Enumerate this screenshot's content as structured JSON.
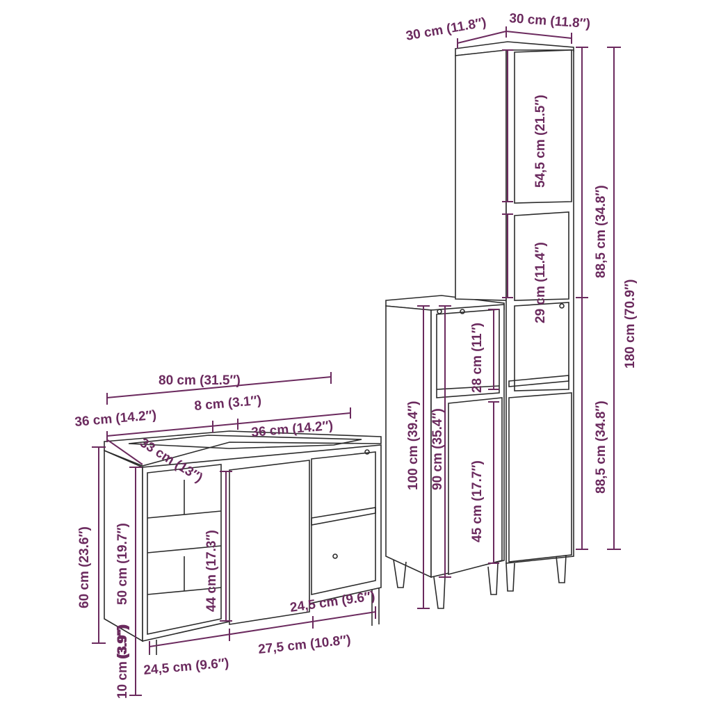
{
  "colors": {
    "dimension": "#6b2a5e",
    "outline": "#2b2b2b",
    "background": "#ffffff"
  },
  "labels": {
    "sink_width": "80 cm (31.5″)",
    "sink_depth_a": "36 cm (14.2″)",
    "sink_gap": "8 cm (3.1″)",
    "sink_depth_b": "36 cm (14.2″)",
    "sink_inner_depth": "33 cm (13″)",
    "sink_height_total": "60 cm (23.6″)",
    "sink_height_body": "50 cm (19.7″)",
    "sink_leg_height": "10 cm (3.9″)",
    "sink_leg_short": "(3.9″)",
    "sink_door_height": "44 cm (17.3″)",
    "sink_right_bottom": "24,5 cm (9.6″)",
    "sink_left_width": "24,5 cm (9.6″)",
    "sink_door_width": "27,5 cm (10.8″)",
    "tall_width_a": "30 cm (11.8″)",
    "tall_width_b": "30 cm (11.8″)",
    "tall_top_door": "54,5 cm (21.5″)",
    "tall_upper_shelf": "29 cm (11.4″)",
    "tall_upper_half": "88,5 cm (34.8″)",
    "tall_total": "180 cm (70.9″)",
    "tall_lower_half": "88,5 cm (34.8″)",
    "mid_height": "100 cm (39.4″)",
    "mid_body": "90 cm (35.4″)",
    "mid_shelf": "28 cm (11″)",
    "mid_door": "45 cm (17.7″)"
  }
}
